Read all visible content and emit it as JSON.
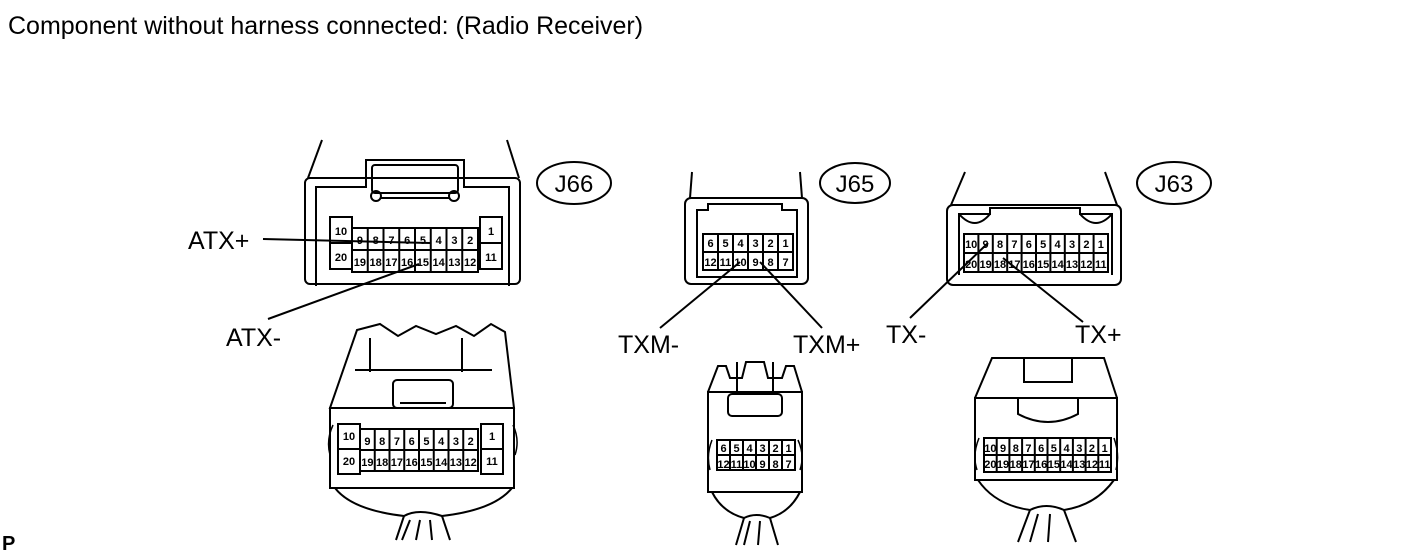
{
  "title": "Component without harness connected: (Radio Receiver)",
  "corner_mark": "P",
  "connectors": [
    {
      "id": "J66",
      "top_row": [
        "9",
        "8",
        "7",
        "6",
        "5",
        "4",
        "3",
        "2"
      ],
      "bottom_row": [
        "19",
        "18",
        "17",
        "16",
        "15",
        "14",
        "13",
        "12"
      ],
      "end_left": [
        "10",
        "20"
      ],
      "end_right": [
        "1",
        "11"
      ]
    },
    {
      "id": "J65",
      "top_row": [
        "6",
        "5",
        "4",
        "3",
        "2",
        "1"
      ],
      "bottom_row": [
        "12",
        "11",
        "10",
        "9",
        "8",
        "7"
      ]
    },
    {
      "id": "J63",
      "top_row": [
        "10",
        "9",
        "8",
        "7",
        "6",
        "5",
        "4",
        "3",
        "2",
        "1"
      ],
      "bottom_row": [
        "20",
        "19",
        "18",
        "17",
        "16",
        "15",
        "14",
        "13",
        "12",
        "11"
      ]
    }
  ],
  "labels": {
    "atx_plus": "ATX+",
    "atx_minus": "ATX-",
    "txm_minus": "TXM-",
    "txm_plus": "TXM+",
    "tx_minus": "TX-",
    "tx_plus": "TX+"
  }
}
